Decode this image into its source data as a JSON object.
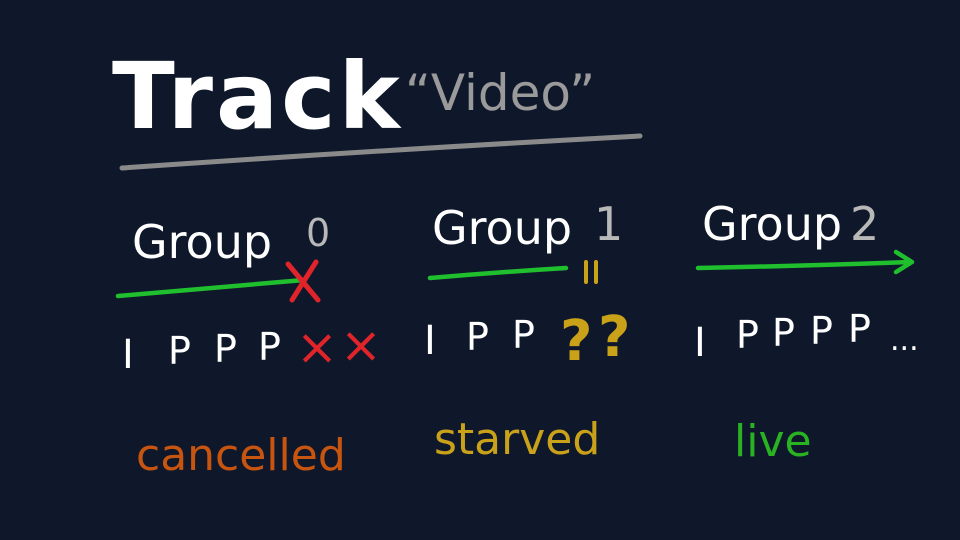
{
  "title": "Track",
  "subtitle": "“Video”",
  "colors": {
    "background": "#0f182b",
    "white": "#ffffff",
    "grey": "#9a9a9a",
    "green": "#1fbf2e",
    "red": "#e0242a",
    "orange": "#c8550f",
    "yellow": "#caa21a",
    "live_green": "#29b322"
  },
  "groups": [
    {
      "label": "Group",
      "number": "0",
      "frames": [
        "I",
        "P",
        "P",
        "P"
      ],
      "status": "cancelled",
      "end_marker": "cross",
      "trailing_marks": [
        "×",
        "×"
      ]
    },
    {
      "label": "Group",
      "number": "1",
      "frames": [
        "I",
        "P",
        "P"
      ],
      "status": "starved",
      "end_marker": "pause",
      "trailing_marks": [
        "?",
        "?"
      ]
    },
    {
      "label": "Group",
      "number": "2",
      "frames": [
        "I",
        "P",
        "P",
        "P",
        "P"
      ],
      "status": "live",
      "end_marker": "arrow",
      "trailing_marks": [
        "..."
      ]
    }
  ]
}
